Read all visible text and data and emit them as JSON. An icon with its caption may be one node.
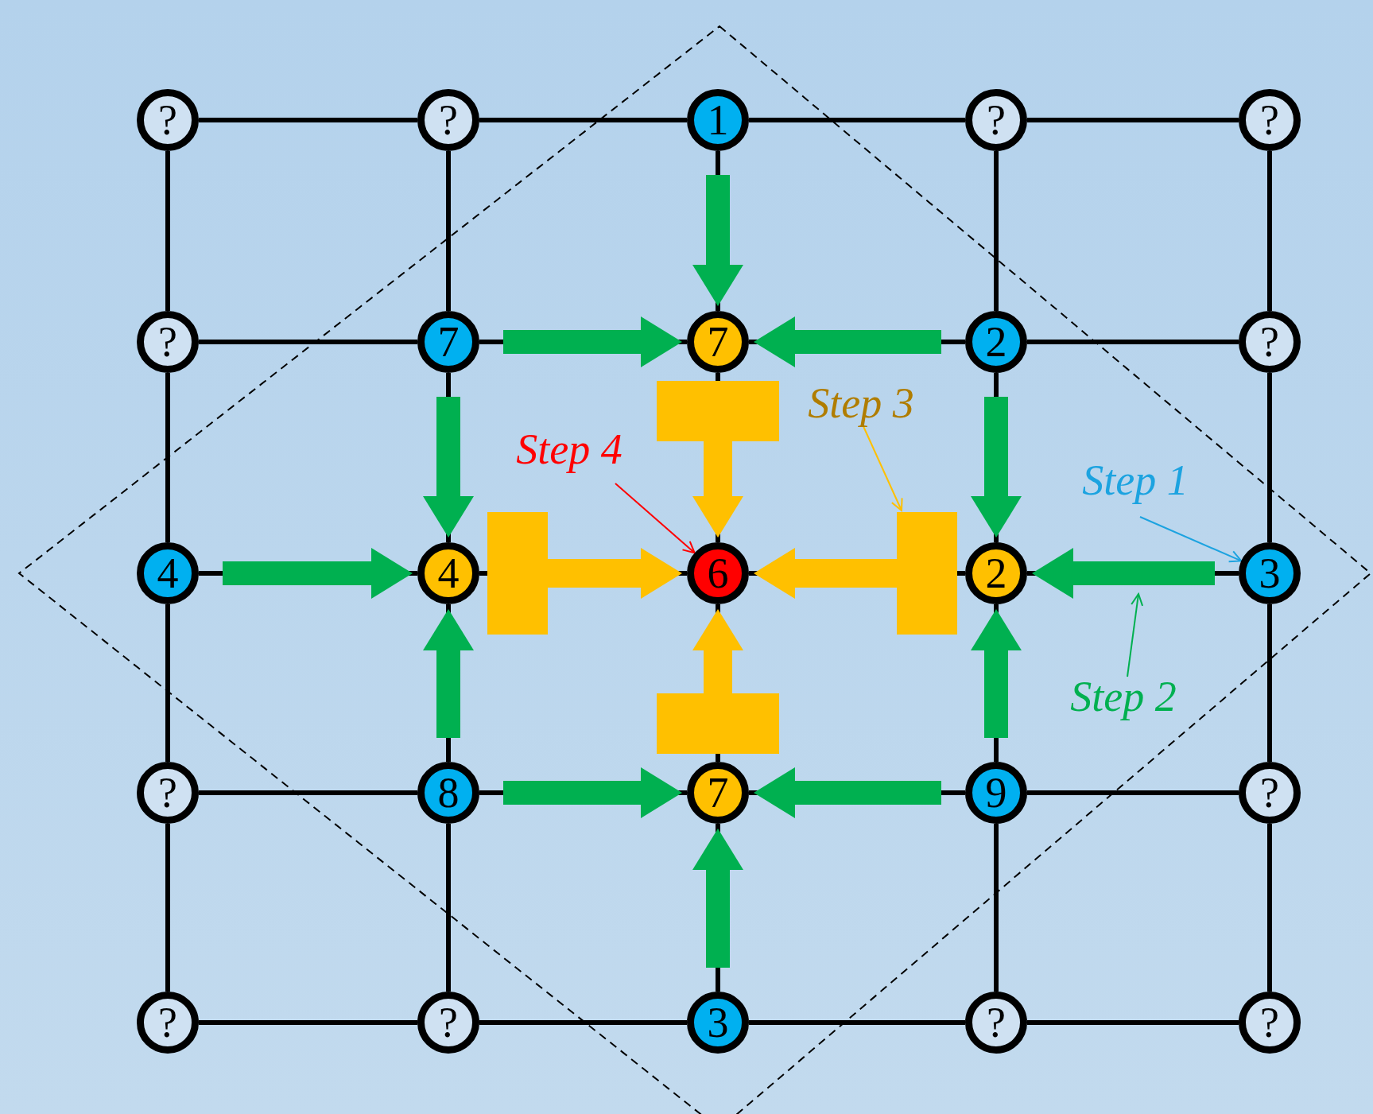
{
  "diagram": {
    "nodes": [
      {
        "text": [
          "?"
        ]
      },
      {
        "text": [
          "?"
        ]
      },
      {
        "text": [
          "1"
        ]
      },
      {
        "text": [
          "?"
        ]
      },
      {
        "text": [
          "?"
        ]
      },
      {
        "text": [
          "?"
        ]
      },
      {
        "text": [
          "7"
        ]
      },
      {
        "text": [
          "7"
        ]
      },
      {
        "text": [
          "2"
        ]
      },
      {
        "text": [
          "?"
        ]
      },
      {
        "text": [
          "4"
        ]
      },
      {
        "text": [
          "4"
        ]
      },
      {
        "text": [
          "6"
        ]
      },
      {
        "text": [
          "2"
        ]
      },
      {
        "text": [
          "3"
        ]
      },
      {
        "text": [
          "?"
        ]
      },
      {
        "text": [
          "8"
        ]
      },
      {
        "text": [
          "7"
        ]
      },
      {
        "text": [
          "9"
        ]
      },
      {
        "text": [
          "?"
        ]
      },
      {
        "text": [
          "?"
        ]
      },
      {
        "text": [
          "?"
        ]
      },
      {
        "text": [
          "3"
        ]
      },
      {
        "text": [
          "?"
        ]
      },
      {
        "text": [
          "?"
        ]
      },
      {
        "text": [
          "Step 3"
        ]
      },
      {
        "text": [
          "Step 4"
        ]
      },
      {
        "text": [
          "Step 1"
        ]
      },
      {
        "text": [
          "Step 2"
        ]
      }
    ],
    "edges": [
      {
        "from": 0,
        "to": 1,
        "arrow": "none"
      },
      {
        "from": 1,
        "to": 2,
        "arrow": "none"
      },
      {
        "from": 2,
        "to": 3,
        "arrow": "none"
      },
      {
        "from": 3,
        "to": 4,
        "arrow": "none"
      },
      {
        "from": 5,
        "to": 6,
        "arrow": "none"
      },
      {
        "from": 6,
        "to": 7,
        "arrow": "none"
      },
      {
        "from": 7,
        "to": 8,
        "arrow": "none"
      },
      {
        "from": 8,
        "to": 9,
        "arrow": "none"
      },
      {
        "from": 10,
        "to": 11,
        "arrow": "none"
      },
      {
        "from": 11,
        "to": 12,
        "arrow": "none"
      },
      {
        "from": 12,
        "to": 13,
        "arrow": "none"
      },
      {
        "from": 13,
        "to": 14,
        "arrow": "none"
      },
      {
        "from": 15,
        "to": 16,
        "arrow": "none"
      },
      {
        "from": 16,
        "to": 17,
        "arrow": "none"
      },
      {
        "from": 17,
        "to": 18,
        "arrow": "none"
      },
      {
        "from": 18,
        "to": 19,
        "arrow": "none"
      },
      {
        "from": 20,
        "to": 21,
        "arrow": "none"
      },
      {
        "from": 21,
        "to": 22,
        "arrow": "none"
      },
      {
        "from": 22,
        "to": 23,
        "arrow": "none"
      },
      {
        "from": 23,
        "to": 24,
        "arrow": "none"
      },
      {
        "from": 0,
        "to": 5,
        "arrow": "none"
      },
      {
        "from": 5,
        "to": 10,
        "arrow": "none"
      },
      {
        "from": 10,
        "to": 15,
        "arrow": "none"
      },
      {
        "from": 15,
        "to": 20,
        "arrow": "none"
      },
      {
        "from": 1,
        "to": 6,
        "arrow": "none"
      },
      {
        "from": 6,
        "to": 11,
        "arrow": "none"
      },
      {
        "from": 11,
        "to": 16,
        "arrow": "none"
      },
      {
        "from": 16,
        "to": 21,
        "arrow": "none"
      },
      {
        "from": 2,
        "to": 7,
        "arrow": "none"
      },
      {
        "from": 7,
        "to": 12,
        "arrow": "none"
      },
      {
        "from": 12,
        "to": 17,
        "arrow": "none"
      },
      {
        "from": 17,
        "to": 22,
        "arrow": "none"
      },
      {
        "from": 3,
        "to": 8,
        "arrow": "none"
      },
      {
        "from": 8,
        "to": 13,
        "arrow": "none"
      },
      {
        "from": 13,
        "to": 18,
        "arrow": "none"
      },
      {
        "from": 18,
        "to": 23,
        "arrow": "none"
      },
      {
        "from": 4,
        "to": 9,
        "arrow": "none"
      },
      {
        "from": 9,
        "to": 14,
        "arrow": "none"
      },
      {
        "from": 14,
        "to": 19,
        "arrow": "none"
      },
      {
        "from": 19,
        "to": 24,
        "arrow": "none"
      },
      {
        "from": 2,
        "to": 7,
        "arrow": "to",
        "style": "thick",
        "color": "#00b050"
      },
      {
        "from": 6,
        "to": 7,
        "arrow": "to",
        "style": "thick",
        "color": "#00b050"
      },
      {
        "from": 8,
        "to": 7,
        "arrow": "to",
        "style": "thick",
        "color": "#00b050"
      },
      {
        "from": 6,
        "to": 11,
        "arrow": "to",
        "style": "thick",
        "color": "#00b050"
      },
      {
        "from": 10,
        "to": 11,
        "arrow": "to",
        "style": "thick",
        "color": "#00b050"
      },
      {
        "from": 16,
        "to": 11,
        "arrow": "to",
        "style": "thick",
        "color": "#00b050"
      },
      {
        "from": 8,
        "to": 13,
        "arrow": "to",
        "style": "thick",
        "color": "#00b050"
      },
      {
        "from": 14,
        "to": 13,
        "arrow": "to",
        "style": "thick",
        "color": "#00b050"
      },
      {
        "from": 18,
        "to": 13,
        "arrow": "to",
        "style": "thick",
        "color": "#00b050"
      },
      {
        "from": 16,
        "to": 17,
        "arrow": "to",
        "style": "thick",
        "color": "#00b050"
      },
      {
        "from": 18,
        "to": 17,
        "arrow": "to",
        "style": "thick",
        "color": "#00b050"
      },
      {
        "from": 22,
        "to": 17,
        "arrow": "to",
        "style": "thick",
        "color": "#00b050"
      },
      {
        "from": 7,
        "to": 12,
        "arrow": "to",
        "style": "thick",
        "color": "#ffc000"
      },
      {
        "from": 11,
        "to": 12,
        "arrow": "to",
        "style": "thick",
        "color": "#ffc000"
      },
      {
        "from": 13,
        "to": 12,
        "arrow": "to",
        "style": "thick",
        "color": "#ffc000"
      },
      {
        "from": 17,
        "to": 12,
        "arrow": "to",
        "style": "thick",
        "color": "#ffc000"
      },
      {
        "from": 25,
        "to": null,
        "arrow": "to",
        "color": "#ffc000"
      },
      {
        "from": 26,
        "to": 12,
        "arrow": "to",
        "color": "#ff0000"
      },
      {
        "from": 27,
        "to": 14,
        "arrow": "to",
        "color": "#1ca3e0"
      },
      {
        "from": 28,
        "to": null,
        "arrow": "to",
        "color": "#00b050"
      }
    ]
  }
}
